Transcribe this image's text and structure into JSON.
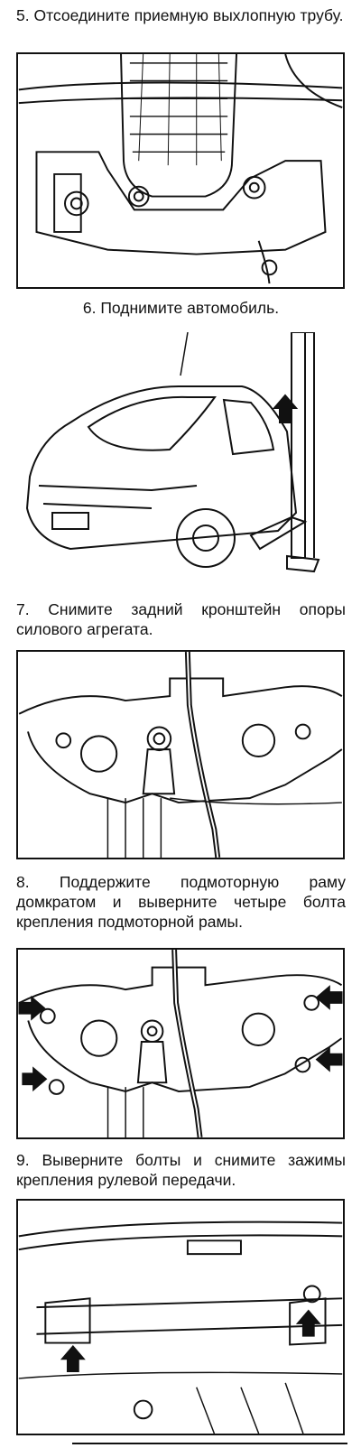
{
  "steps": [
    {
      "text": "5. Отсоедините приемную выхлопную трубу."
    },
    {
      "text": "6. Поднимите автомобиль."
    },
    {
      "text": "7. Снимите задний кронштейн опоры силового агрегата."
    },
    {
      "text": "8. Поддержите подмоторную раму домкратом и выверните четыре болта крепления подмоторной рамы."
    },
    {
      "text": "9. Выверните болты и снимите зажимы крепления рулевой передачи."
    }
  ],
  "colors": {
    "ink": "#111111",
    "paper": "#ffffff"
  },
  "icons": [
    "arrow-icon",
    "bolt-icon"
  ]
}
